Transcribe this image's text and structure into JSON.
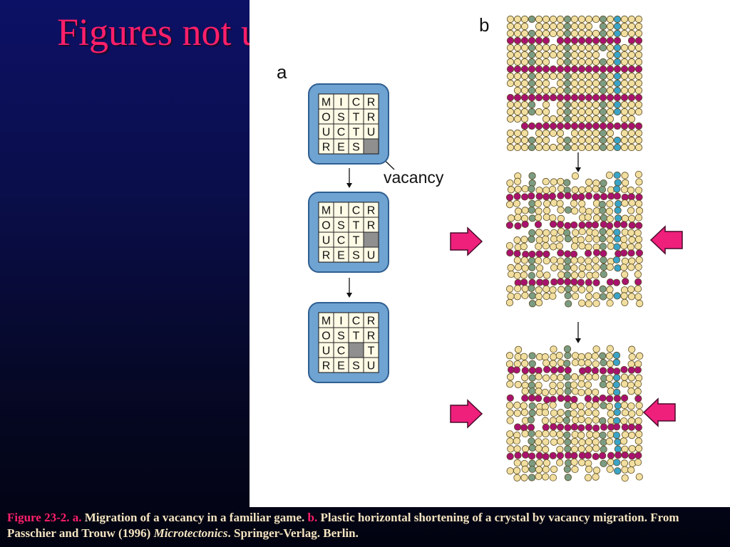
{
  "slide": {
    "title": "Figures not used"
  },
  "figure": {
    "panel_a_label": "a",
    "panel_b_label": "b",
    "vacancy_label": "vacancy",
    "grids": [
      [
        [
          "M",
          "I",
          "C",
          "R"
        ],
        [
          "O",
          "S",
          "T",
          "R"
        ],
        [
          "U",
          "C",
          "T",
          "U"
        ],
        [
          "R",
          "E",
          "S",
          ""
        ]
      ],
      [
        [
          "M",
          "I",
          "C",
          "R"
        ],
        [
          "O",
          "S",
          "T",
          "R"
        ],
        [
          "U",
          "C",
          "T",
          ""
        ],
        [
          "R",
          "E",
          "S",
          "U"
        ]
      ],
      [
        [
          "M",
          "I",
          "C",
          "R"
        ],
        [
          "O",
          "S",
          "T",
          "R"
        ],
        [
          "U",
          "C",
          "",
          "T"
        ],
        [
          "R",
          "E",
          "S",
          "U"
        ]
      ]
    ]
  },
  "caption": {
    "fig_num": "Figure 23-2.",
    "a_label": "a.",
    "a_text": "Migration of a vacancy in a familiar game.",
    "b_label": "b.",
    "b_text": "Plastic horizontal shortening of a crystal by vacancy migration. From Passchier and Trouw (1996)",
    "book": "Microtectonics",
    "publisher": ". Springer-Verlag. Berlin."
  },
  "colors": {
    "title": "#ff1f6b",
    "caption": "#f4e4c0",
    "tile_frame": "#6fa3d2",
    "vacancy": "#8f8f8f",
    "atom_default": "#f2dfa0",
    "atom_magenta": "#a8126e",
    "atom_green": "#7b9c83",
    "atom_blue": "#3aa3c8",
    "arrow": "#ef1f7c"
  }
}
